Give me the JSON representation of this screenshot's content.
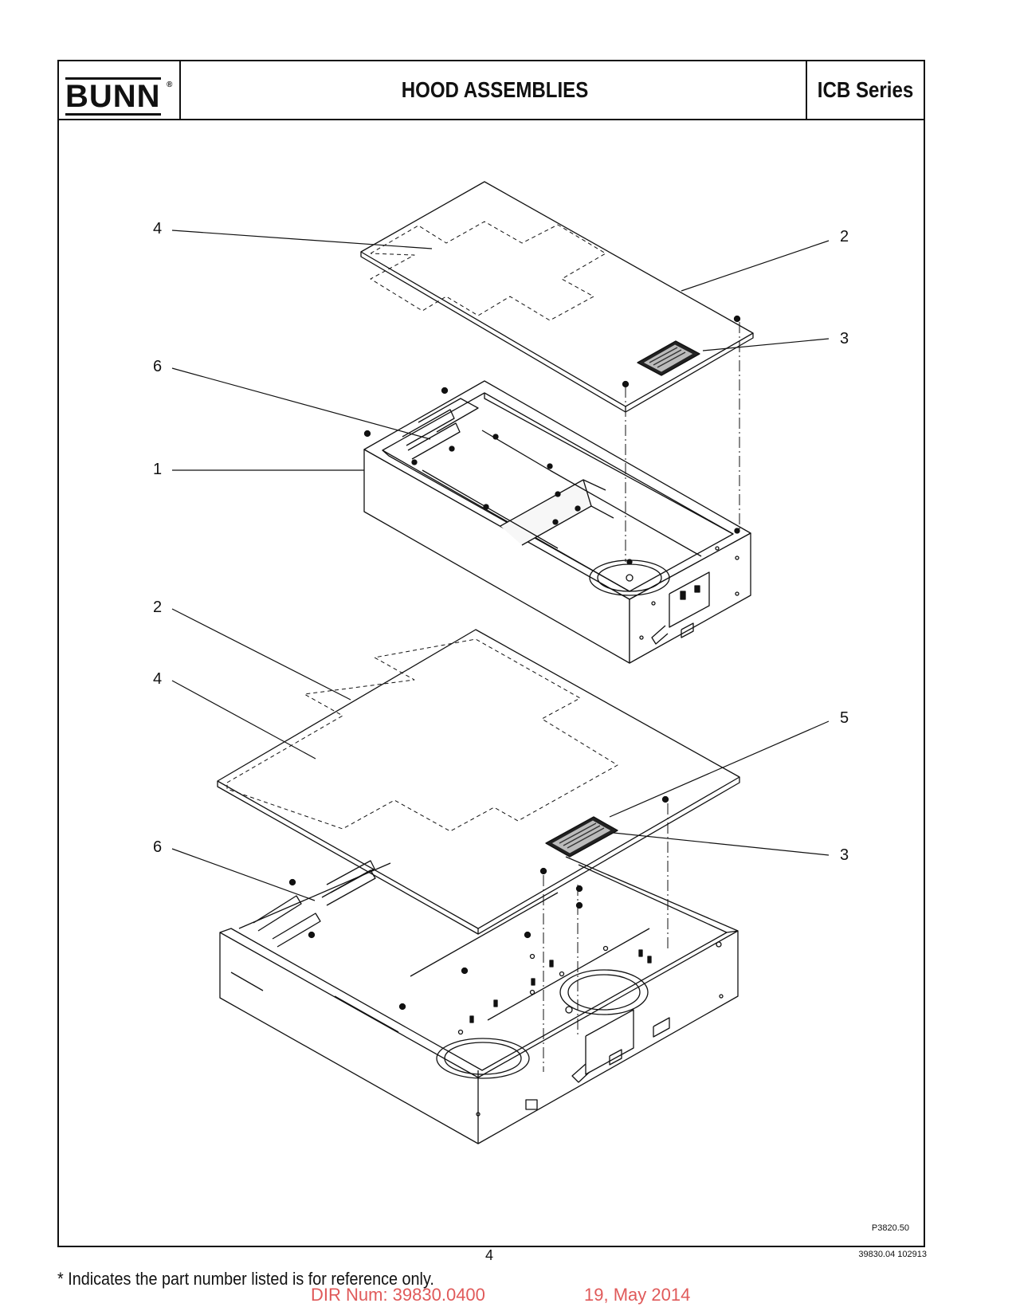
{
  "header": {
    "logo": "BUNN",
    "logo_reg": "®",
    "title": "HOOD ASSEMBLIES",
    "series": "ICB Series"
  },
  "callouts": {
    "c1": "4",
    "c2": "2",
    "c3": "3",
    "c4": "6",
    "c5": "1",
    "c6": "2",
    "c7": "4",
    "c8": "5",
    "c9": "6",
    "c10": "3"
  },
  "figure_ref": "P3820.50",
  "page_number": "4",
  "doc_number": "39830.04 102913",
  "footnote": "* Indicates the part number listed is for reference only.",
  "watermark": {
    "dir_num": "DIR Num: 39830.0400",
    "date": "19, May 2014"
  }
}
